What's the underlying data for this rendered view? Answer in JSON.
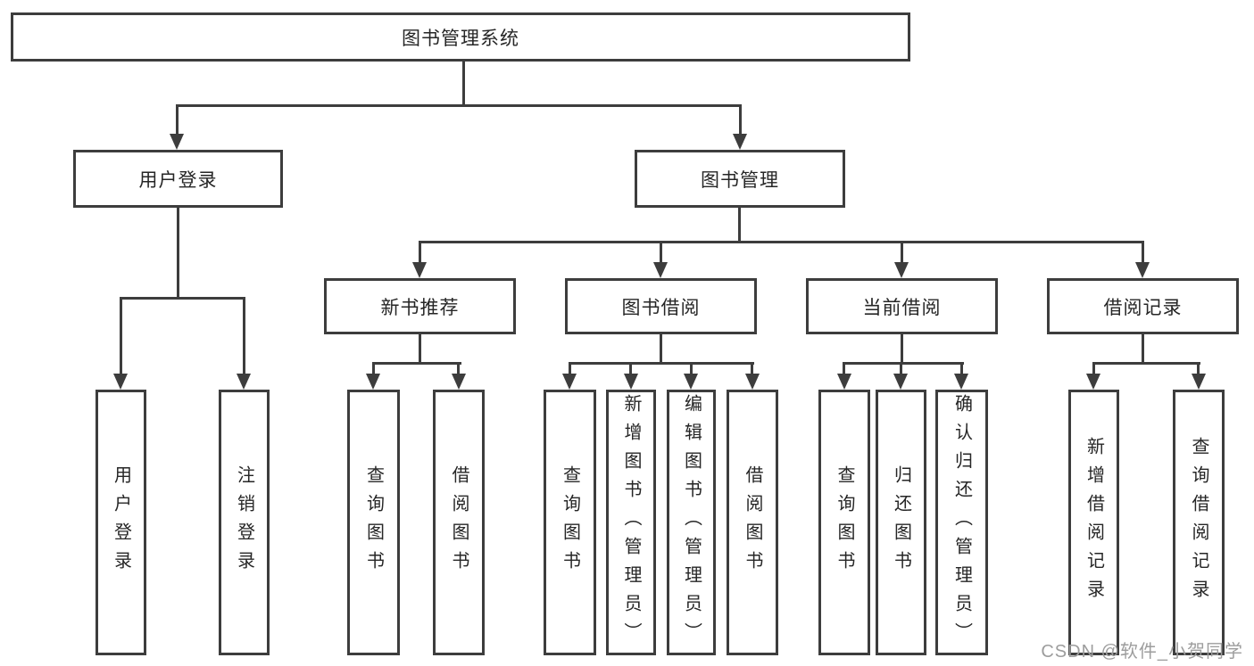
{
  "diagram": {
    "root": {
      "label": "图书管理系统"
    },
    "user_login": {
      "label": "用户登录",
      "children": {
        "login": "用户登录",
        "logout": "注销登录"
      }
    },
    "book_management": {
      "label": "图书管理",
      "new_book_recommend": {
        "label": "新书推荐",
        "children": {
          "query_books": "查询图书",
          "borrow_books": "借阅图书"
        }
      },
      "book_borrowing": {
        "label": "图书借阅",
        "children": {
          "query_books": "查询图书",
          "add_books_admin": "新增图书（管理员）",
          "edit_books_admin": "编辑图书（管理员）",
          "borrow_books": "借阅图书"
        }
      },
      "current_borrowing": {
        "label": "当前借阅",
        "children": {
          "query_books": "查询图书",
          "return_books": "归还图书",
          "confirm_return_admin": "确认归还（管理员）"
        }
      },
      "borrowing_records": {
        "label": "借阅记录",
        "children": {
          "add_record": "新增借阅记录",
          "query_record": "查询借阅记录"
        }
      }
    }
  },
  "watermark": {
    "text": "CSDN @软件_小贺同学"
  },
  "colors": {
    "line": "#3d3d3d",
    "box_border": "#3d3d3d",
    "text": "#262626",
    "watermark": "#9d9d9d",
    "background": "#ffffff"
  }
}
